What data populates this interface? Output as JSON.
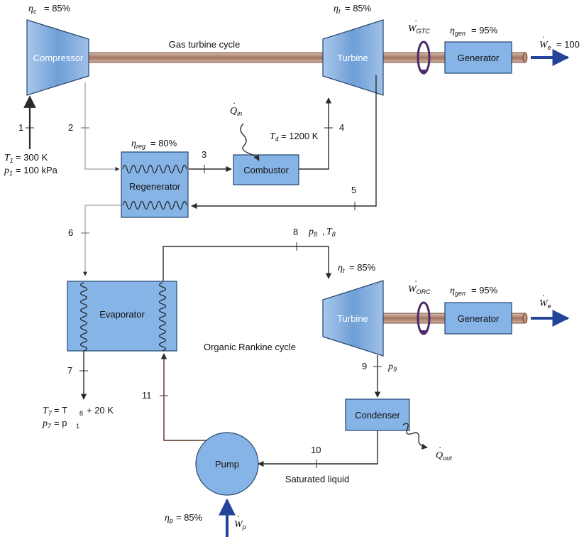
{
  "colors": {
    "box_fill": "#86b4e6",
    "box_stroke": "#24466e",
    "turbomachine_fill": "#7fa9d8",
    "shaft": "#b9917c",
    "pipe": "#5b2e22",
    "arrow_blue": "#24449a"
  },
  "components": {
    "compressor": "Compressor",
    "turbine_gas": "Turbine",
    "generator_gas": "Generator",
    "regenerator": "Regenerator",
    "combustor": "Combustor",
    "evaporator": "Evaporator",
    "turbine_orc": "Turbine",
    "generator_orc": "Generator",
    "condenser": "Condenser",
    "pump": "Pump"
  },
  "cycles": {
    "gas": "Gas turbine cycle",
    "orc": "Organic Rankine cycle"
  },
  "efficiencies": {
    "compressor": "= 85%",
    "gas_turbine": "= 85%",
    "gas_generator": "= 95%",
    "regenerator": "= 80%",
    "orc_turbine": "= 85%",
    "orc_generator": "= 95%",
    "pump": "= 85%"
  },
  "states": {
    "s1": "1",
    "s2": "2",
    "s3": "3",
    "s4": "4",
    "s5": "5",
    "s6": "6",
    "s7": "7",
    "s8": "8",
    "s9": "9",
    "s10": "10",
    "s11": "11"
  },
  "conditions": {
    "t1_eq": "= 300 K",
    "p1_eq": "= 100 kPa",
    "t4_eq": "= 1200 K",
    "p8t8_sep": ",",
    "t7_eq": "= T",
    "t7_plus": "+ 20 K",
    "p7_eq": "= p",
    "saturated": "Saturated liquid"
  },
  "energy": {
    "we_gas_value": "= 100"
  }
}
